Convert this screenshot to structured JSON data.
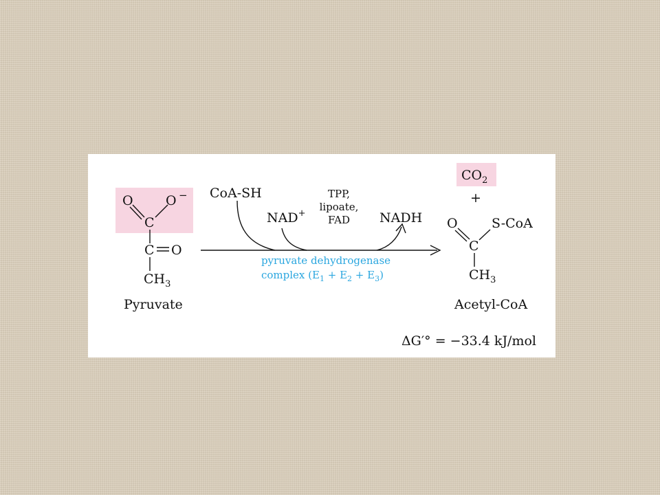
{
  "colors": {
    "highlight": "#f7d5e1",
    "enzyme_text": "#2aa6df",
    "panel": "#ffffff",
    "ink": "#111111"
  },
  "pyruvate": {
    "atom_O_left": "O",
    "atom_O_right": "O",
    "charge": "−",
    "atom_C_top": "C",
    "atom_C_mid": "C",
    "atom_O_keto": "O",
    "methyl_C": "CH",
    "methyl_sub": "3",
    "name": "Pyruvate"
  },
  "reaction": {
    "reactant_coa": "CoA-SH",
    "reactant_nad": "NAD",
    "nad_sup": "+",
    "cofactor_line1": "TPP,",
    "cofactor_line2": "lipoate,",
    "cofactor_line3": "FAD",
    "product_nadh": "NADH",
    "enzyme_line1": "pyruvate dehydrogenase",
    "enzyme_line2_prefix": "complex (E",
    "enzyme_sub1": "1",
    "enzyme_plus1": " + E",
    "enzyme_sub2": "2",
    "enzyme_plus2": " + E",
    "enzyme_sub3": "3",
    "enzyme_close": ")"
  },
  "products": {
    "co2_main": "CO",
    "co2_sub": "2",
    "plus": "+",
    "acetyl_O": "O",
    "acetyl_scoa": "S-CoA",
    "acetyl_C": "C",
    "acetyl_methyl": "CH",
    "acetyl_methyl_sub": "3",
    "name": "Acetyl-CoA"
  },
  "energy": {
    "delta": "ΔG′° = −33.4 kJ/mol"
  }
}
